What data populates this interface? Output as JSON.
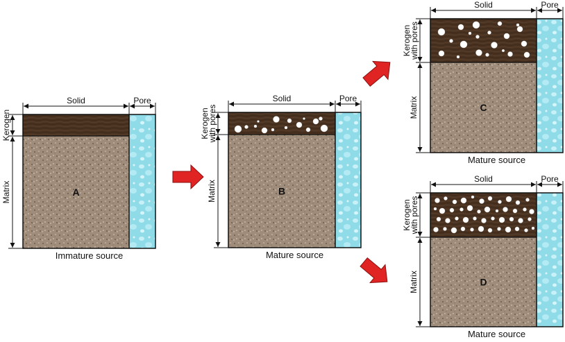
{
  "labels": {
    "solid": "Solid",
    "pore": "Pore",
    "kerogen": "Kerogen",
    "kerogen_pores_line1": "Kerogen",
    "kerogen_pores_line2": "with pores",
    "matrix": "Matrix"
  },
  "panels": {
    "A": {
      "letter": "A",
      "caption": "Immature source"
    },
    "B": {
      "letter": "B",
      "caption": "Mature source"
    },
    "C": {
      "letter": "C",
      "caption": "Mature source"
    },
    "D": {
      "letter": "D",
      "caption": "Mature source"
    }
  },
  "colors": {
    "matrix": "#a08c7a",
    "kerogen": "#4a3220",
    "pore": "#8fdbe8",
    "arrow": "#e02424",
    "outline": "#111111"
  }
}
